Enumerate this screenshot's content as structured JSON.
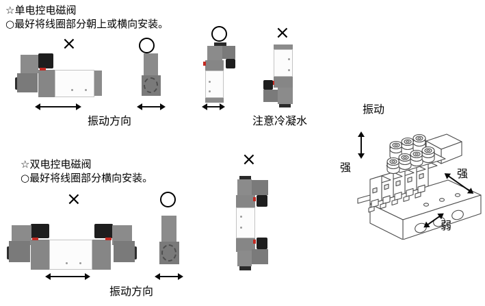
{
  "marks": {
    "bad": "×",
    "good": "○"
  },
  "colors": {
    "valve_gray": "#8b8b8b",
    "valve_gray_dark": "#7a7a7a",
    "connector_black": "#1e1e1e",
    "valve_body_white": "#fcfcfc",
    "indicator_red": "#c22a22",
    "line_art": "#4a4a4a",
    "text": "#000000"
  },
  "sections": {
    "single": {
      "title": "☆单电控电磁阀",
      "note": "○最好将线圈部分朝上或横向安装。",
      "vibration_direction_label": "振动方向",
      "condensation_label": "注意冷凝水",
      "diagrams": [
        {
          "verdict": "×",
          "pose": "coil-horizontal"
        },
        {
          "verdict": "○",
          "pose": "coil-up-end-view"
        },
        {
          "verdict": "○",
          "pose": "vertical-coil-up"
        },
        {
          "verdict": "×",
          "pose": "vertical-coil-down"
        }
      ]
    },
    "double": {
      "title": "☆双电控电磁阀",
      "note": "○最好将线圈部分横向安装。",
      "vibration_direction_label": "振动方向",
      "diagrams": [
        {
          "verdict": "×",
          "pose": "double-coil-horizontal"
        },
        {
          "verdict": "○",
          "pose": "coil-end-view"
        },
        {
          "verdict": "×",
          "pose": "double-coil-vertical"
        }
      ]
    },
    "manifold": {
      "vibration_label": "振动",
      "strong_label_left": "强",
      "strong_label_right": "强",
      "weak_label": "弱"
    }
  }
}
